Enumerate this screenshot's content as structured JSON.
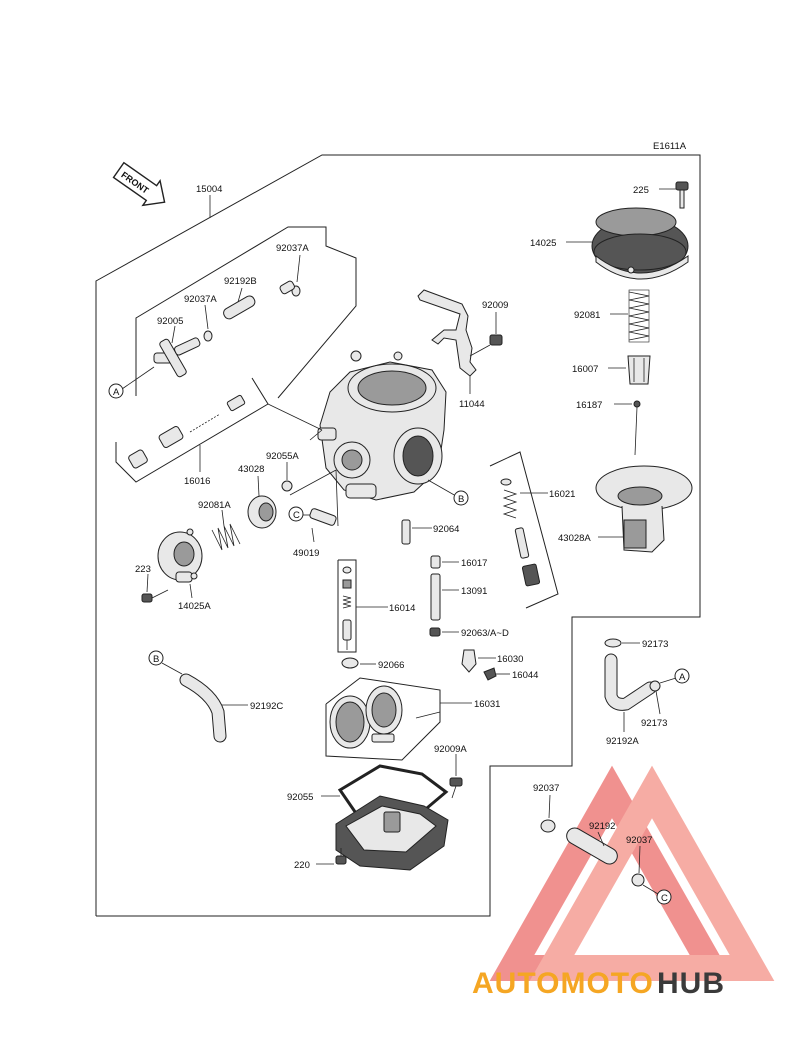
{
  "diagram_code": "E1611A",
  "front_label": "FRONT",
  "parts": {
    "p15004": "15004",
    "p225": "225",
    "p14025": "14025",
    "p92037A_top": "92037A",
    "p92192B": "92192B",
    "p92037A_mid": "92037A",
    "p92005": "92005",
    "p92009": "92009",
    "p11044": "11044",
    "p92081": "92081",
    "p16007": "16007",
    "p16187": "16187",
    "p16016": "16016",
    "p92055A": "92055A",
    "p43028": "43028",
    "p92081A": "92081A",
    "p16021": "16021",
    "p43028A": "43028A",
    "p92064": "92064",
    "p49019": "49019",
    "p223": "223",
    "p14025A": "14025A",
    "p16017": "16017",
    "p13091": "13091",
    "p16014": "16014",
    "p92063": "92063/A~D",
    "p16030": "16030",
    "p16044": "16044",
    "p92066": "92066",
    "p92173_a": "92173",
    "p92173_b": "92173",
    "p92192A": "92192A",
    "p92192C": "92192C",
    "p16031": "16031",
    "p92009A": "92009A",
    "p92055": "92055",
    "p220": "220",
    "p92037": "92037",
    "p92192": "92192",
    "p92037_b": "92037"
  },
  "callouts": {
    "a_left": "A",
    "a_right": "A",
    "b_body": "B",
    "b_hose": "B",
    "c_left": "C",
    "c_right": "C"
  },
  "watermark": {
    "brand_part1": "AUTOMOTO",
    "brand_part2": "HUB",
    "color_part1": "#f5a623",
    "color_part2": "#3a3a3a",
    "logo_color": "#e53935"
  }
}
